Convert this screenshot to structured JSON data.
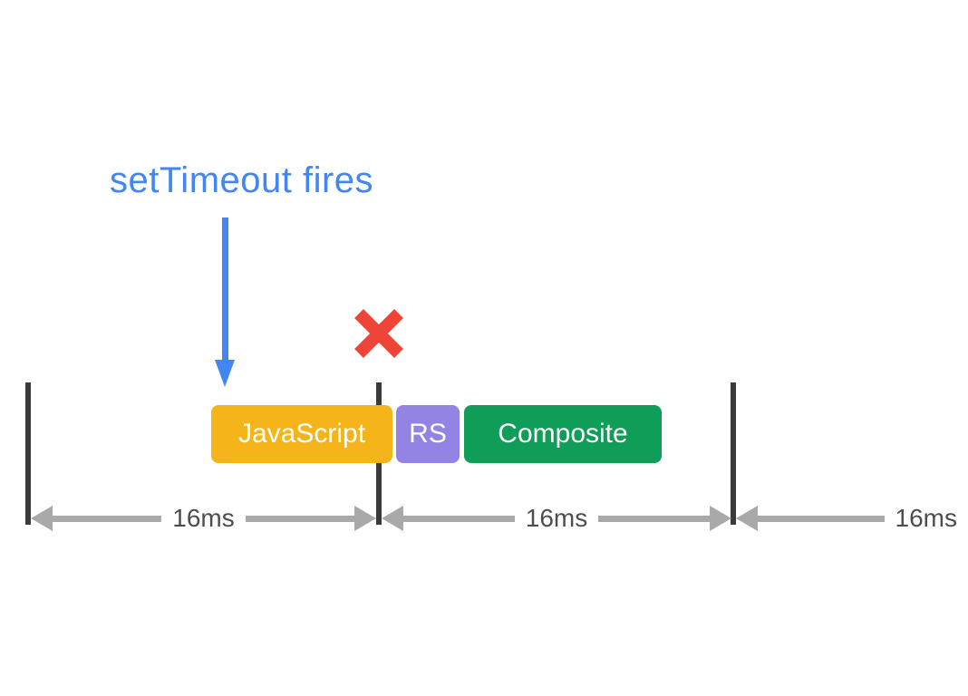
{
  "annotation": {
    "title": "setTimeout fires"
  },
  "tasks": [
    {
      "id": "javascript",
      "label": "JavaScript",
      "color": "#F4B41A"
    },
    {
      "id": "rs",
      "label": "RS",
      "color": "#9283E4"
    },
    {
      "id": "composite",
      "label": "Composite",
      "color": "#109D58"
    }
  ],
  "intervals": [
    {
      "label": "16ms"
    },
    {
      "label": "16ms"
    },
    {
      "label": "16ms"
    }
  ],
  "colors": {
    "background": "#FFFFFF",
    "annotation_blue": "#4285F4",
    "missed_frame_red": "#EF4438",
    "frame_boundary": "#3A3A3C",
    "interval_arrow": "#A9A9A9",
    "interval_label": "#4D4D4F",
    "task_text": "#FFFFFF"
  }
}
